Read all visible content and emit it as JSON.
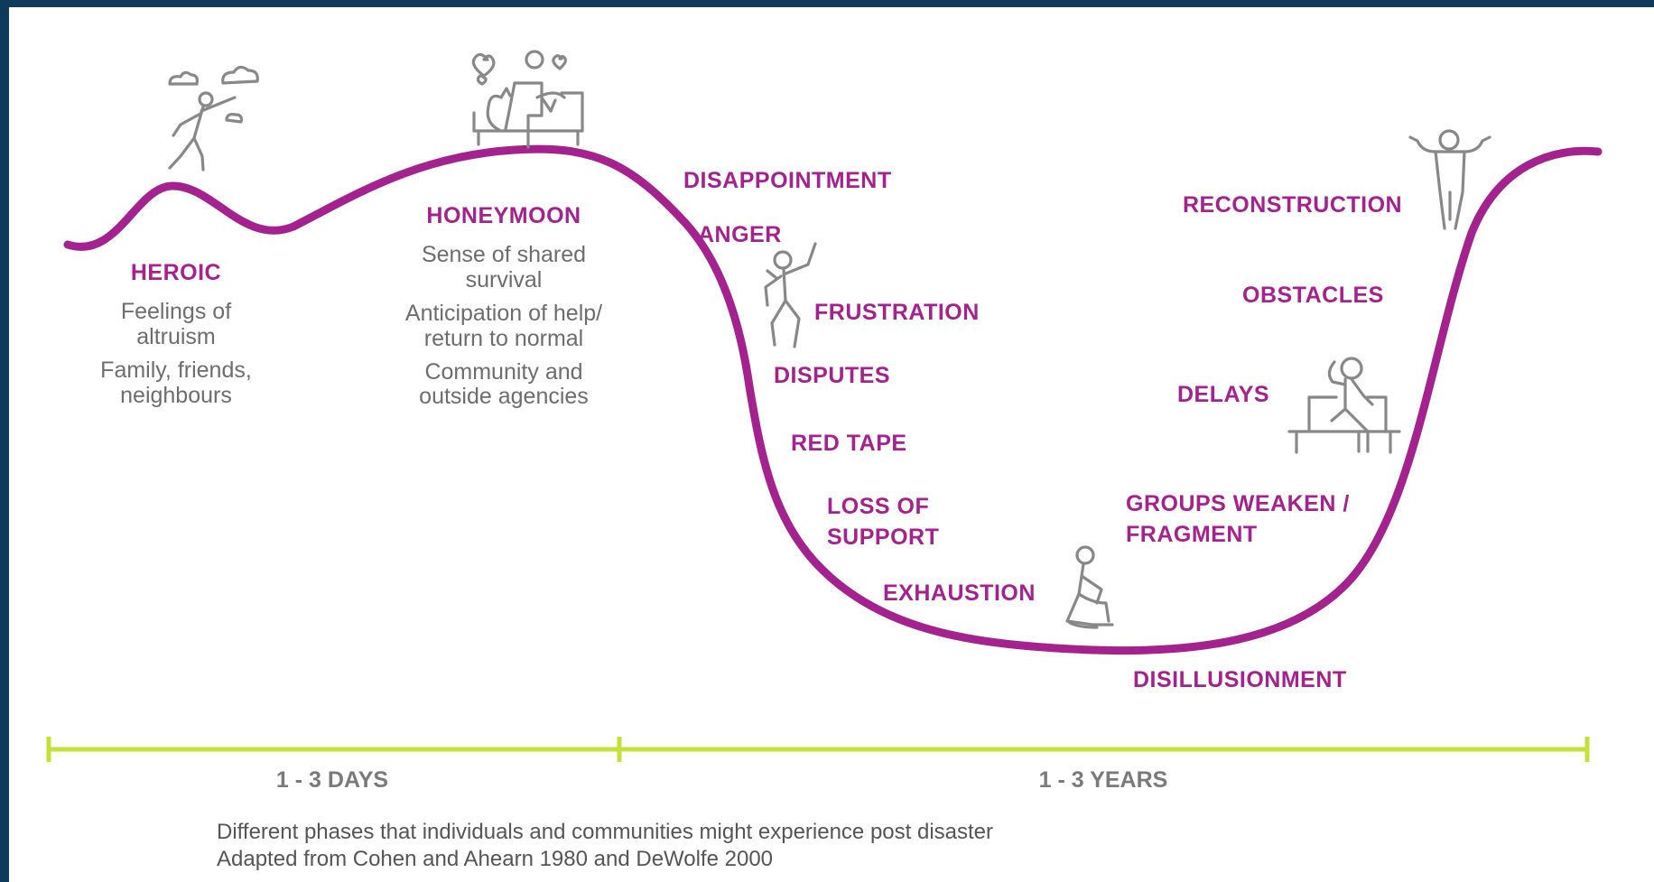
{
  "colors": {
    "frame": "#0e3a5c",
    "curve": "#a3228e",
    "timeline": "#c5e03a",
    "phase_text": "#a3228e",
    "desc_text": "#6d6d6d",
    "icon_stroke": "#888888"
  },
  "phases": {
    "heroic": {
      "title": "HEROIC",
      "lines": [
        "Feelings of",
        "altruism",
        "Family, friends,",
        "neighbours"
      ]
    },
    "honeymoon": {
      "title": "HONEYMOON",
      "lines": [
        "Sense of shared",
        "survival",
        "Anticipation of help/",
        "return to normal",
        "Community and",
        "outside agencies"
      ]
    },
    "disillusionment": {
      "title": "DISILLUSIONMENT",
      "descent": [
        "DISAPPOINTMENT",
        "ANGER",
        "FRUSTRATION",
        "DISPUTES",
        "RED TAPE",
        "LOSS OF",
        "SUPPORT",
        "EXHAUSTION"
      ],
      "ascent": [
        "GROUPS WEAKEN /",
        "FRAGMENT",
        "DELAYS",
        "OBSTACLES"
      ]
    },
    "reconstruction": {
      "title": "RECONSTRUCTION"
    }
  },
  "timeline": {
    "first": "1 - 3 DAYS",
    "second": "1 - 3 YEARS"
  },
  "caption": {
    "line1": "Different phases that individuals and communities might experience post disaster",
    "line2": "Adapted from Cohen and Ahearn 1980 and DeWolfe 2000"
  },
  "icons": [
    "running-person-icon",
    "couple-on-bench-icon",
    "angry-person-icon",
    "kneeling-person-icon",
    "seated-person-head-in-hand-icon",
    "celebrating-person-icon"
  ]
}
